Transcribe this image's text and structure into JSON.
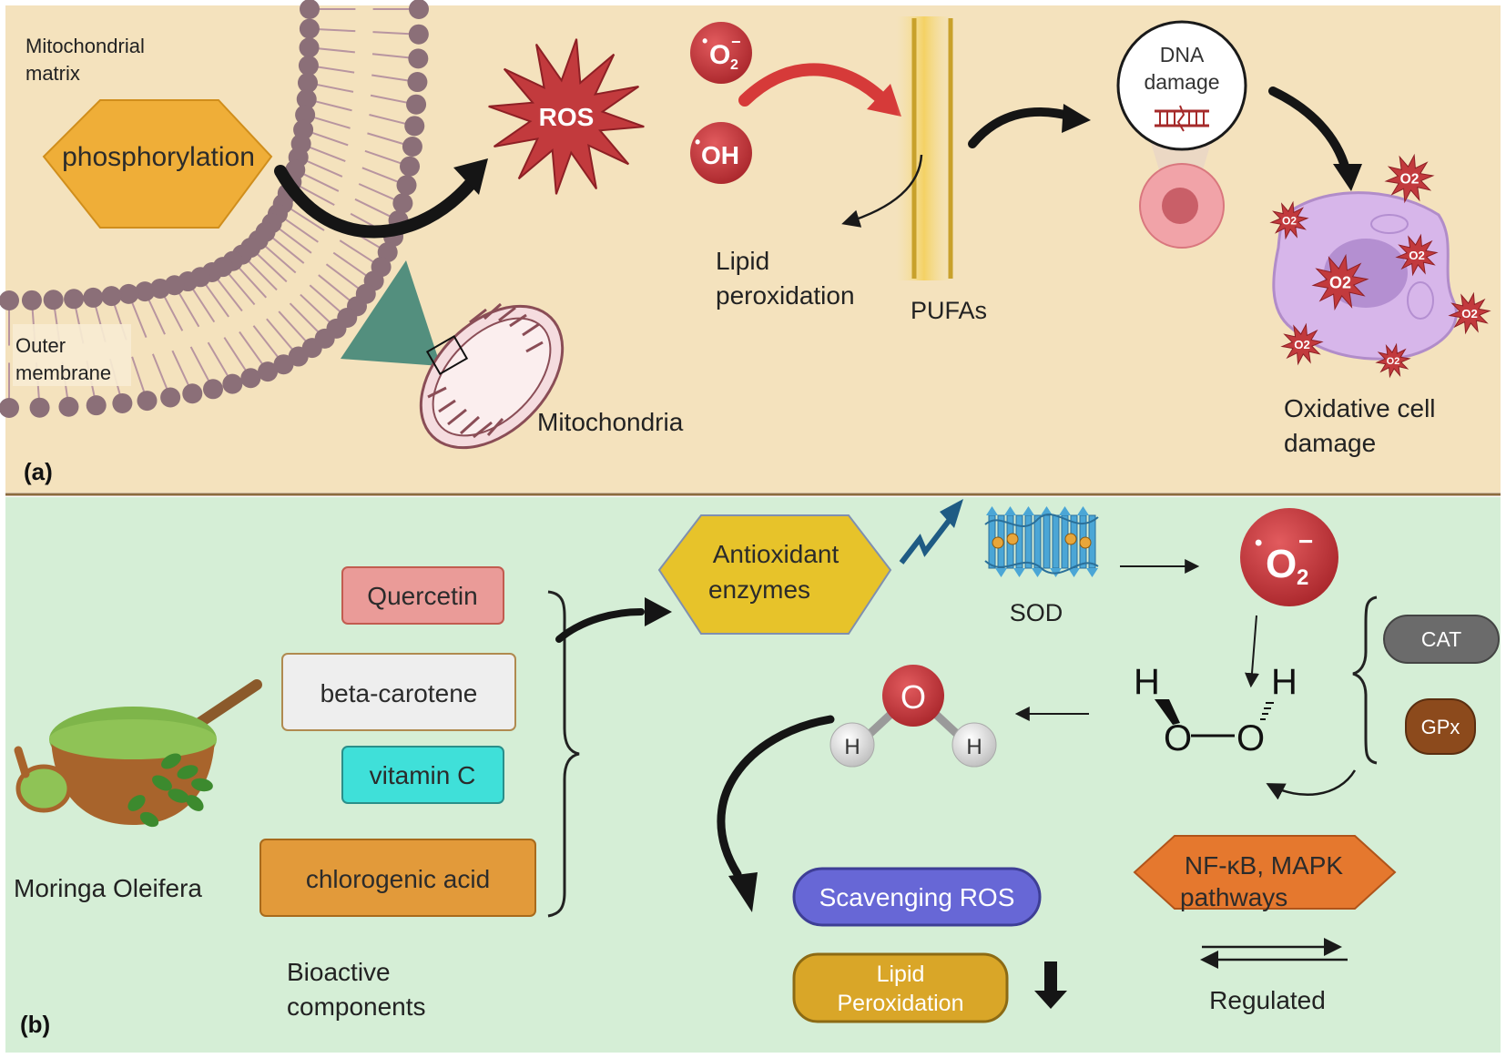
{
  "panel_a": {
    "label": "(a)",
    "mito_matrix_line1": "Mitochondrial",
    "mito_matrix_line2": "matrix",
    "outer_membrane_line1": "Outer",
    "outer_membrane_line2": "membrane",
    "phosphorylation": "phosphorylation",
    "ros": "ROS",
    "superoxide": "O",
    "superoxide_sub": "2",
    "superoxide_sup": "−",
    "hydroxyl": "OH",
    "radical_dot": "•",
    "lipid_peroxidation_line1": "Lipid",
    "lipid_peroxidation_line2": "peroxidation",
    "pufas": "PUFAs",
    "dna_damage_line1": "DNA",
    "dna_damage_line2": "damage",
    "mitochondria": "Mitochondria",
    "oxidative_line1": "Oxidative cell",
    "oxidative_line2": "damage",
    "o2_mini": "O2",
    "colors": {
      "background": "#f4e2bd",
      "ros": "#c23a3d",
      "phospho": "#efae38",
      "membrane": "#8b6f78"
    }
  },
  "panel_b": {
    "label": "(b)",
    "moringa": "Moringa Oleifera",
    "bioactive_line1": "Bioactive",
    "bioactive_line2": "components",
    "compounds": {
      "quercetin": "Quercetin",
      "beta_carotene": "beta-carotene",
      "vitamin_c": "vitamin C",
      "chlorogenic_acid": "chlorogenic acid"
    },
    "antioxidant_line1": "Antioxidant",
    "antioxidant_line2": "enzymes",
    "sod": "SOD",
    "superoxide": "O",
    "superoxide_sub": "2",
    "superoxide_sup": "−",
    "radical_dot": "•",
    "cat": "CAT",
    "gpx": "GPx",
    "h2o2_h": "H",
    "h2o2_o": "O",
    "water_o": "O",
    "water_h": "H",
    "scavenging": "Scavenging ROS",
    "lipid_box_line1": "Lipid",
    "lipid_box_line2": "Peroxidation",
    "nfkb_line1": "NF-κB, MAPK",
    "nfkb_line2": "pathways",
    "regulated": "Regulated",
    "colors": {
      "background": "#d5eed6",
      "quercetin": "#ea9b98",
      "vitamin_c": "#3fe0d9",
      "chlorogenic": "#e29a3a",
      "antioxidant": "#e7c32a",
      "cat": "#6b6b6b",
      "gpx": "#8c4a1c",
      "scavenging": "#6766d4",
      "lipid": "#d9a628",
      "nfkb": "#e5782e"
    }
  }
}
